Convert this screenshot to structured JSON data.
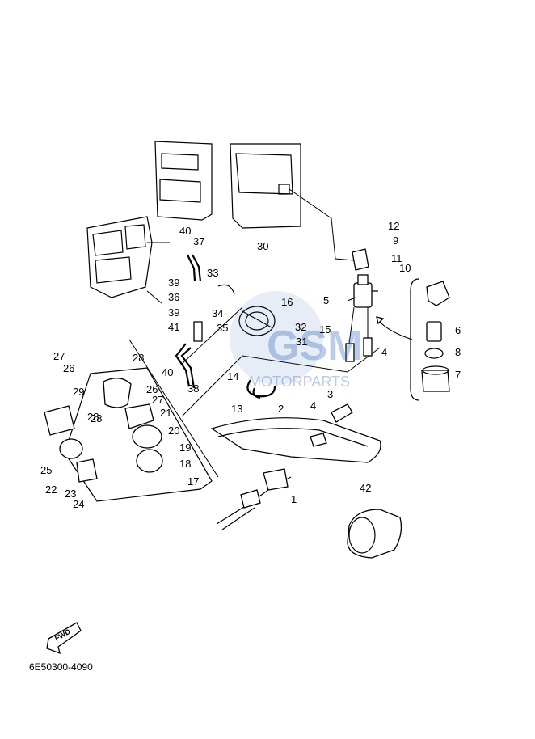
{
  "diagram_code": "6E50300-4090",
  "fwd_label": "FWD",
  "watermark": {
    "logo": "GSM",
    "text": "MOTORPARTS",
    "color": "#3b6fc0"
  },
  "callouts": [
    "1",
    "2",
    "3",
    "4",
    "4",
    "5",
    "6",
    "7",
    "8",
    "9",
    "10",
    "11",
    "12",
    "13",
    "14",
    "15",
    "16",
    "17",
    "18",
    "19",
    "20",
    "21",
    "22",
    "23",
    "24",
    "25",
    "26",
    "26",
    "27",
    "27",
    "28",
    "28",
    "28",
    "29",
    "30",
    "31",
    "32",
    "33",
    "34",
    "35",
    "36",
    "37",
    "38",
    "39",
    "39",
    "40",
    "40",
    "41",
    "42"
  ]
}
